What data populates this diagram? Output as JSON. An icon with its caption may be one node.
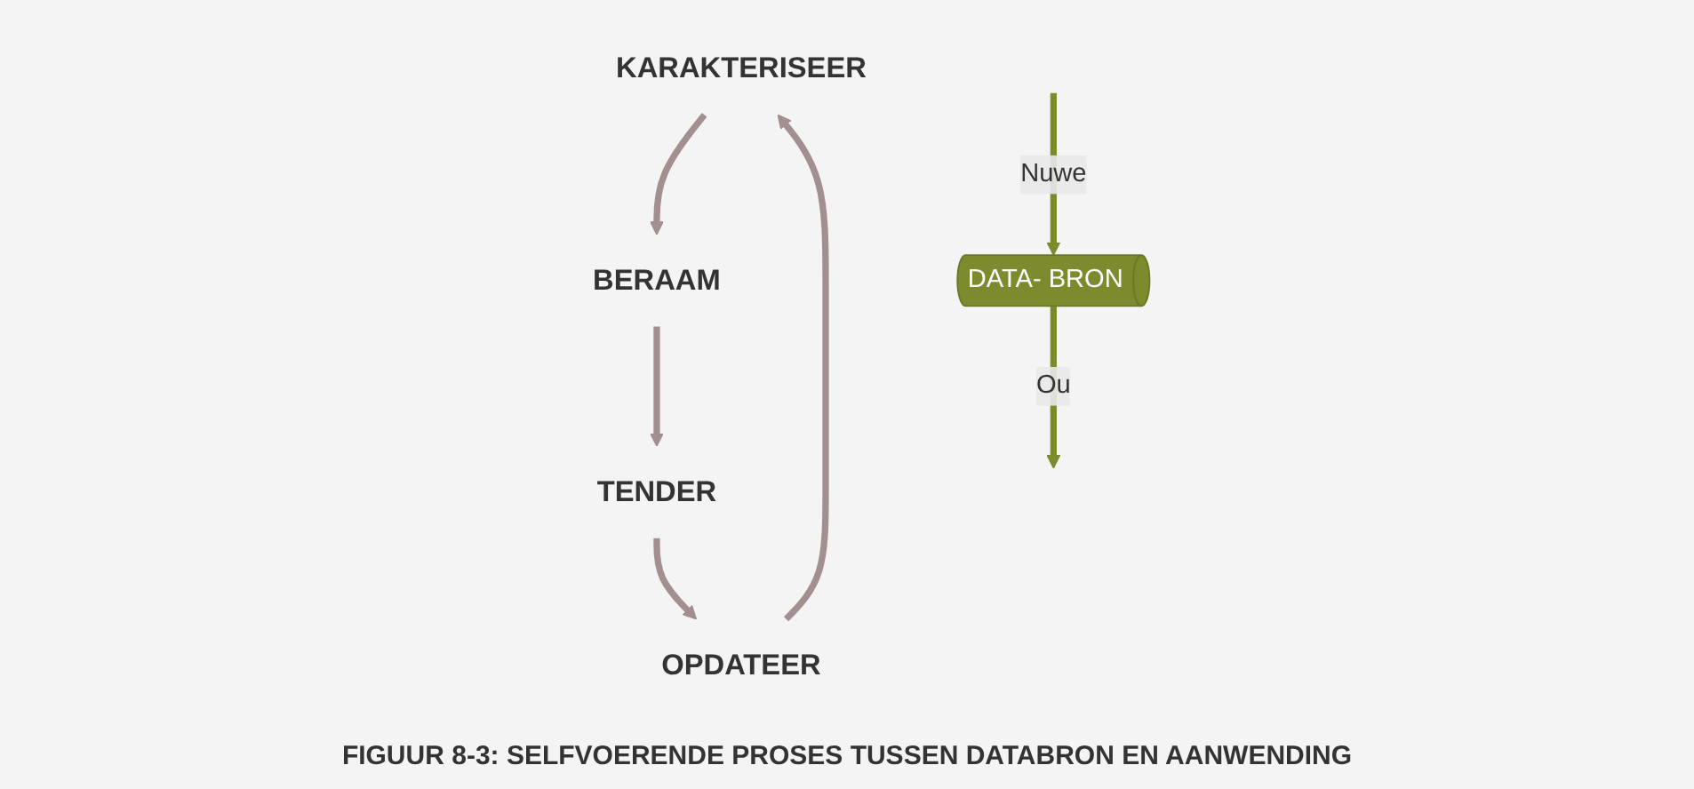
{
  "diagram": {
    "nodes": [
      {
        "text": [
          "KARAKTERISEER"
        ]
      },
      {
        "text": [
          "OPDATEER"
        ]
      },
      {
        "text": [
          "DATA- BRON"
        ]
      },
      {
        "text": [
          "BERAAM"
        ]
      },
      {
        "text": [
          "TENDER"
        ]
      }
    ],
    "edges": [
      {
        "from": 1,
        "to": 0,
        "arrow": "to"
      },
      {
        "from": 0,
        "to": 3,
        "arrow": "to"
      },
      {
        "from": 3,
        "to": 4,
        "arrow": "to"
      },
      {
        "from": 4,
        "to": 1,
        "arrow": "to"
      },
      {
        "from": null,
        "to": 2,
        "arrow": "to",
        "label": "Nuwe",
        "color": "#7d8a2e"
      },
      {
        "from": 2,
        "to": null,
        "arrow": "to",
        "label": "Ou",
        "color": "#7d8a2e"
      }
    ],
    "caption": "FIGUUR 8-3: SELFVOERENDE PROSES TUSSEN DATABRON EN AANWENDING"
  }
}
